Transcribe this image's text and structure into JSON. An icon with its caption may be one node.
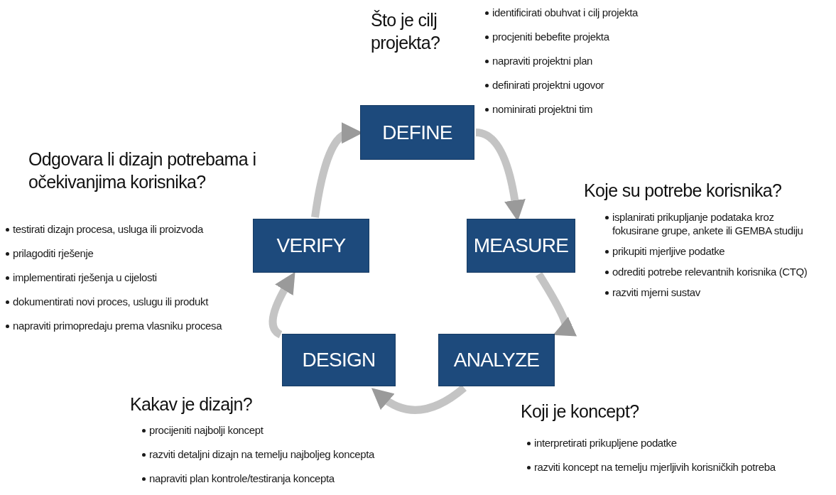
{
  "diagram": {
    "nodes": [
      {
        "text": [
          "DEFINE"
        ]
      },
      {
        "text": [
          "MEASURE"
        ]
      },
      {
        "text": [
          "ANALYZE"
        ]
      },
      {
        "text": [
          "DESIGN"
        ]
      },
      {
        "text": [
          "VERIFY"
        ]
      }
    ],
    "edges": [
      {
        "from": 0,
        "to": 1,
        "arrow": "to"
      },
      {
        "from": 1,
        "to": 2,
        "arrow": "to"
      },
      {
        "from": 2,
        "to": 3,
        "arrow": "to"
      },
      {
        "from": 3,
        "to": 4,
        "arrow": "to"
      },
      {
        "from": 4,
        "to": 0,
        "arrow": "to"
      }
    ],
    "labels": [
      "Što je cilj projekta?",
      "identificirati obuhvat i cilj projekta",
      "procjeniti bebefite projekta",
      "napraviti projektni plan",
      "definirati projektni ugovor",
      "nominirati projektni tim",
      "Odgovara li dizajn potrebama i očekivanjima korisnika?",
      "testirati dizajn procesa, usluga ili proizvoda",
      "prilagoditi rješenje",
      "implementirati rješenja u cijelosti",
      "dokumentirati novi proces, uslugu ili produkt",
      "napraviti primopredaju prema vlasniku procesa",
      "Koje su potrebe korisnika?",
      "isplanirati prikupljanje podataka kroz fokusirane grupe, ankete ili GEMBA studiju",
      "prikupiti mjerljive podatke",
      "odrediti potrebe relevantnih korisnika (CTQ)",
      "razviti mjerni sustav",
      "Kakav je dizajn?",
      "procijeniti najbolji koncept",
      "razviti detaljni dizajn na temelju najboljeg koncepta",
      "napraviti plan kontrole/testiranja koncepta",
      "Koji je koncept?",
      "interpretirati prikupljene podatke",
      "razviti koncept na temelju mjerljivih korisničkih potreba"
    ]
  }
}
